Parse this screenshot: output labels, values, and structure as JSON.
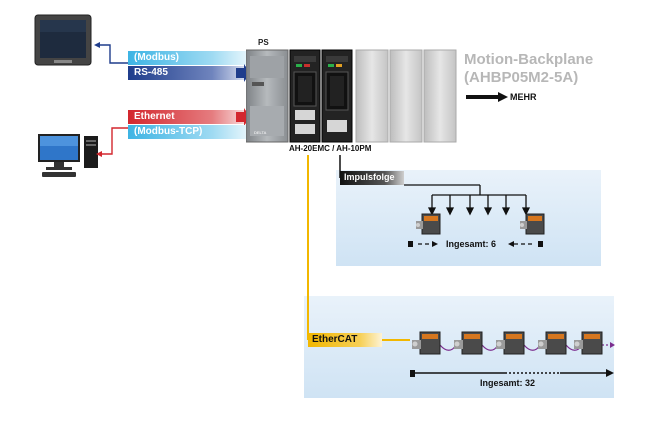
{
  "labels": {
    "modbus": "(Modbus)",
    "rs485": "RS-485",
    "ethernet": "Ethernet",
    "modbus_tcp": "(Modbus-TCP)",
    "ps": "PS",
    "backplane_line1": "Motion-Backplane",
    "backplane_line2": "(AHBP05M2-5A)",
    "mehr": "MEHR",
    "module_label": "AH-20EMC / AH-10PM",
    "impulsfolge": "Impulsfolge",
    "ingesamt6": "Ingesamt: 6",
    "ethercat": "EtherCAT",
    "ingesamt32": "Ingesamt: 32"
  },
  "colors": {
    "modbus_bar": "#4bb9e6",
    "rs485_bar": "#1f3d8c",
    "ethernet_bar": "#d3272e",
    "modbus_tcp_bar": "#4bb9e6",
    "ethercat_line": "#f2b700",
    "impulsfolge_bar": "#111111",
    "panel": "#d7e8f6"
  },
  "icons": {
    "hmi": "hmi-touchscreen-icon",
    "pc": "desktop-computer-icon",
    "servo": "servo-motor-icon"
  }
}
